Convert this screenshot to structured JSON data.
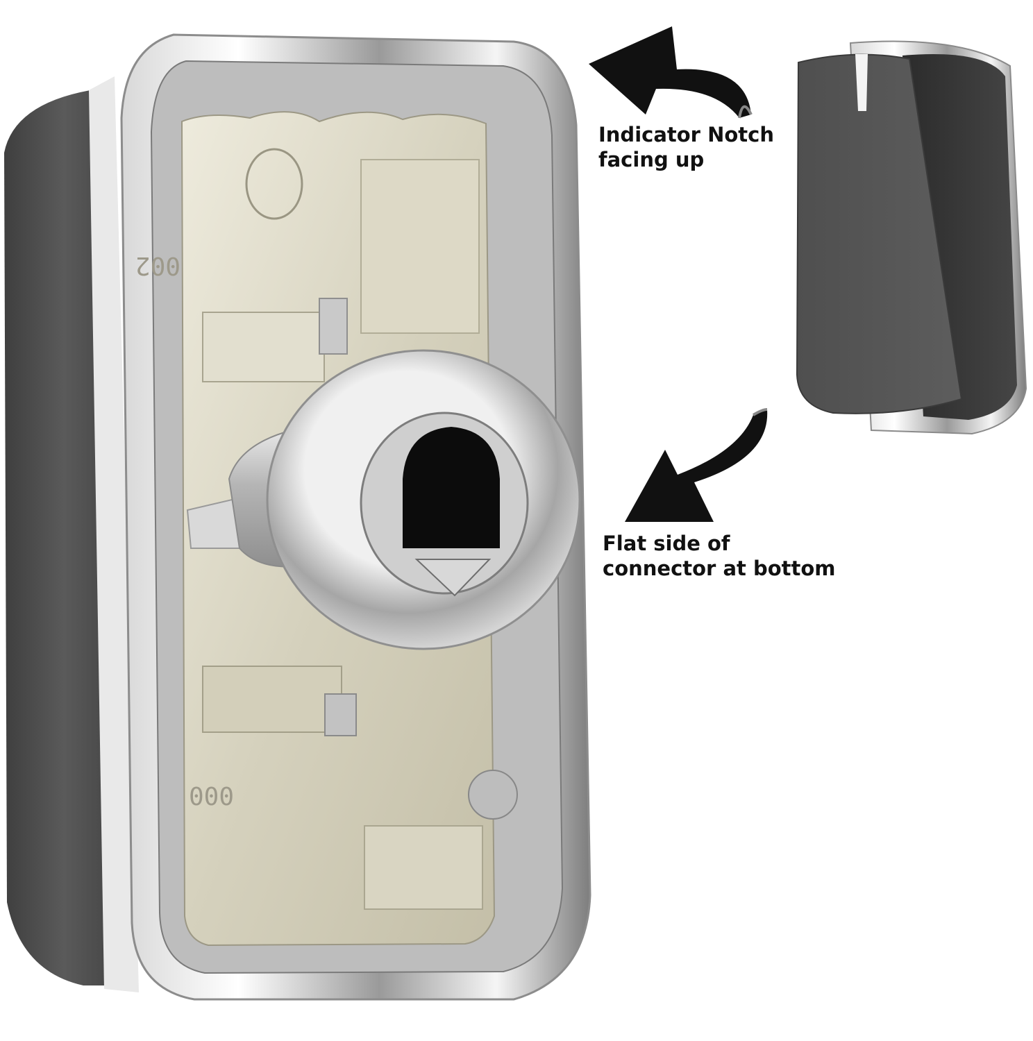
{
  "annotations": {
    "notch": {
      "line1": "Indicator Notch",
      "line2": "facing up"
    },
    "flat": {
      "line1": "Flat side of",
      "line2": "connector at bottom"
    }
  },
  "molded_markings": {
    "upper": "002",
    "lower": "000"
  },
  "colors": {
    "background": "#ffffff",
    "chrome_light": "#f2f2f2",
    "chrome_dark": "#8a8a8a",
    "knob_body": "#4a4a4a",
    "knob_inner": "#d9d6c6",
    "arrow": "#111111",
    "text": "#111111"
  }
}
